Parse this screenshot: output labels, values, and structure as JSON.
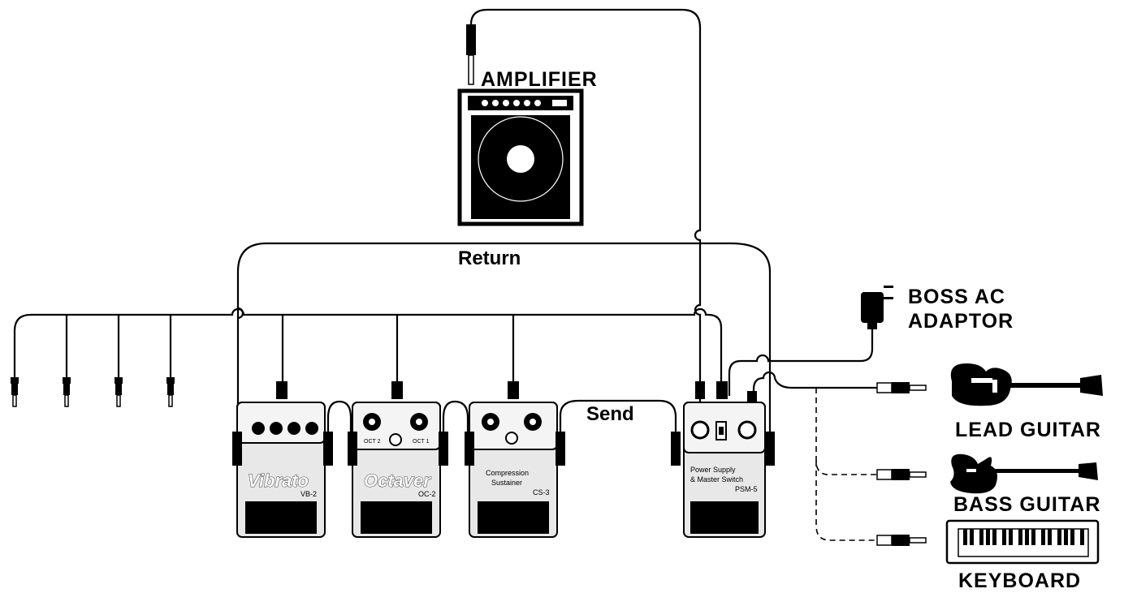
{
  "labels": {
    "amplifier": "AMPLIFIER",
    "return": "Return",
    "send": "Send",
    "adaptor_line1": "BOSS AC",
    "adaptor_line2": "ADAPTOR",
    "lead_guitar": "LEAD GUITAR",
    "bass_guitar": "BASS GUITAR",
    "keyboard": "KEYBOARD"
  },
  "pedals": [
    {
      "name": "Vibrato",
      "model": "VB-2"
    },
    {
      "name": "Octaver",
      "model": "OC-2"
    },
    {
      "name_line1": "Compression",
      "name_line2": "Sustainer",
      "model": "CS-3"
    },
    {
      "name_line1": "Power Supply",
      "name_line2": "& Master Switch",
      "model": "PSM-5"
    }
  ],
  "octaver_knob_labels": {
    "oct2": "OCT 2",
    "oct1": "OCT 1"
  },
  "icons": [
    "amplifier-icon",
    "pedal-icon",
    "plug-icon",
    "ac-adaptor-icon",
    "electric-guitar-icon",
    "bass-guitar-icon",
    "keyboard-icon"
  ]
}
